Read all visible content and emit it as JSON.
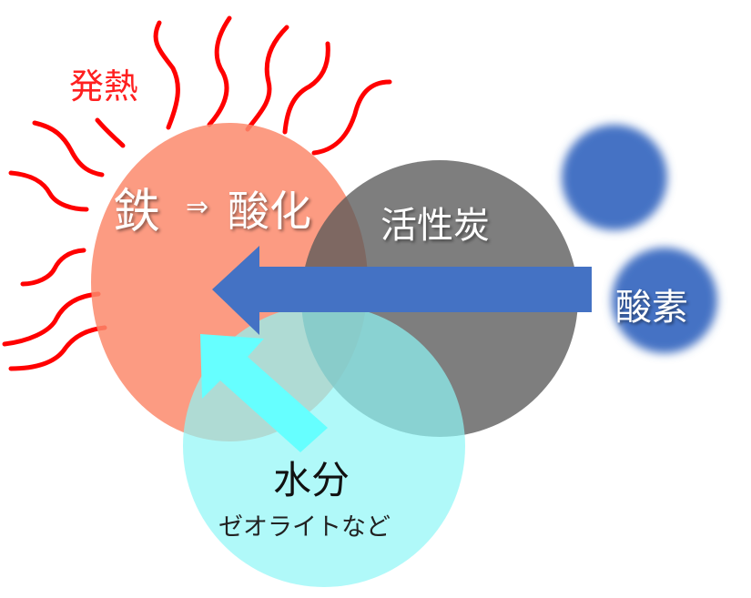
{
  "labels": {
    "heat": "発熱",
    "iron": "鉄",
    "arrow_symbol": "⇒",
    "oxidation": "酸化",
    "activated_carbon": "活性炭",
    "oxygen": "酸素",
    "water": "水分",
    "zeolite": "ゼオライトなど"
  },
  "colors": {
    "iron": "#fc8a6c",
    "carbon": "#6b6b6b",
    "water": "#9ff8f8",
    "oxygen": "#4472c4",
    "water_arrow": "#66ffff",
    "heat": "#ff0000"
  }
}
